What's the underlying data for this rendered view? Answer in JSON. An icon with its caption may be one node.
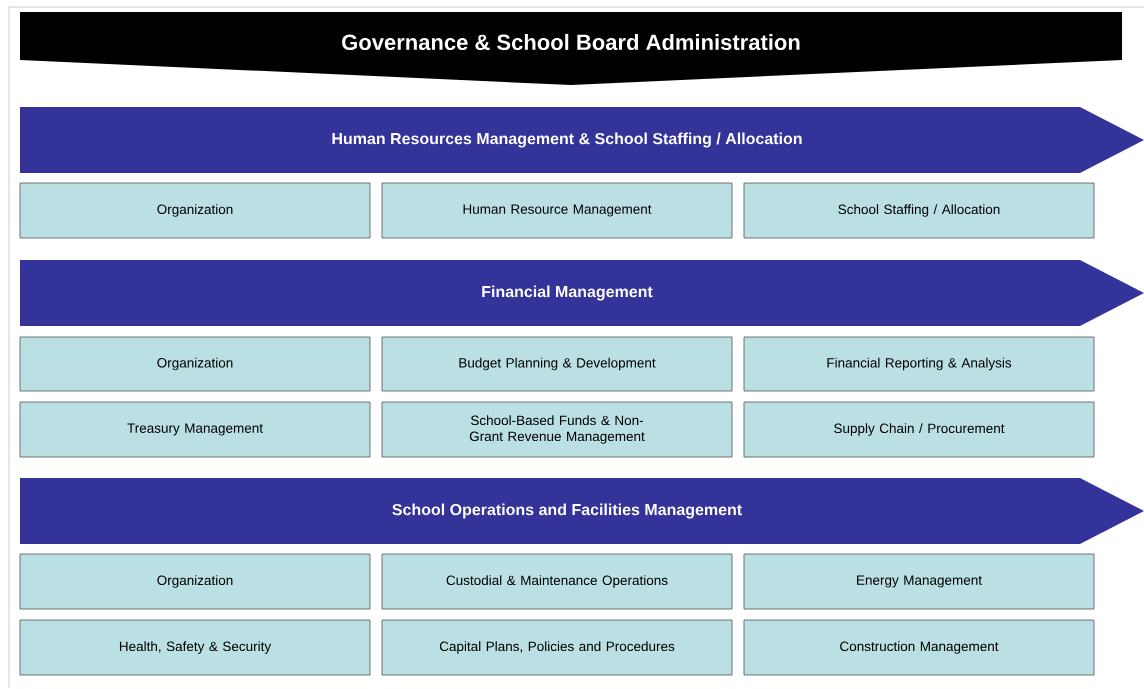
{
  "diagram": {
    "nodes": [
      {
        "text": [
          "Governance & School Board Administration"
        ]
      },
      {
        "text": [
          "Human Resources Management & School Staffing / Allocation"
        ]
      },
      {
        "text": [
          "Organization"
        ]
      },
      {
        "text": [
          "Human Resource Management"
        ]
      },
      {
        "text": [
          "School Staffing / Allocation"
        ]
      },
      {
        "text": [
          "Financial Management"
        ]
      },
      {
        "text": [
          "Organization"
        ]
      },
      {
        "text": [
          "Budget Planning & Development"
        ]
      },
      {
        "text": [
          "Financial Reporting & Analysis"
        ]
      },
      {
        "text": [
          "Treasury Management"
        ]
      },
      {
        "text": [
          "School-Based Funds & Non-Grant Revenue Management"
        ]
      },
      {
        "text": [
          "Supply Chain / Procurement"
        ]
      },
      {
        "text": [
          "School Operations and Facilities Management"
        ]
      },
      {
        "text": [
          "Organization"
        ]
      },
      {
        "text": [
          "Custodial & Maintenance Operations"
        ]
      },
      {
        "text": [
          "Energy Management"
        ]
      },
      {
        "text": [
          "Health, Safety & Security"
        ]
      },
      {
        "text": [
          "Capital Plans, Policies and Procedures"
        ]
      },
      {
        "text": [
          "Construction Management"
        ]
      }
    ]
  }
}
